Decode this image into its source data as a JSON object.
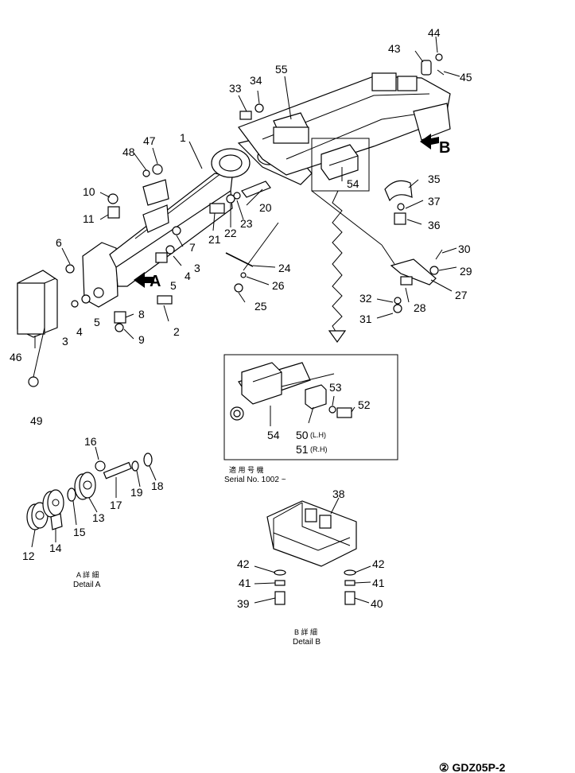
{
  "diagram": {
    "callouts": {
      "c1": "1",
      "c2": "2",
      "c3a": "3",
      "c3b": "3",
      "c4a": "4",
      "c4b": "4",
      "c5a": "5",
      "c5b": "5",
      "c6": "6",
      "c7": "7",
      "c8": "8",
      "c9": "9",
      "c10": "10",
      "c11": "11",
      "c12": "12",
      "c13": "13",
      "c14": "14",
      "c15": "15",
      "c16": "16",
      "c17": "17",
      "c18": "18",
      "c19": "19",
      "c20": "20",
      "c21": "21",
      "c22": "22",
      "c23": "23",
      "c24": "24",
      "c25": "25",
      "c26": "26",
      "c27": "27",
      "c28": "28",
      "c29": "29",
      "c30": "30",
      "c31": "31",
      "c32": "32",
      "c33": "33",
      "c34": "34",
      "c35": "35",
      "c36": "36",
      "c37": "37",
      "c38": "38",
      "c39": "39",
      "c40": "40",
      "c41a": "41",
      "c41b": "41",
      "c42a": "42",
      "c42b": "42",
      "c43": "43",
      "c44": "44",
      "c45": "45",
      "c46": "46",
      "c47": "47",
      "c48": "48",
      "c49": "49",
      "c50": "50",
      "c50_suffix": "(L.H)",
      "c51": "51",
      "c51_suffix": "(R.H)",
      "c52": "52",
      "c53": "53",
      "c54a": "54",
      "c54b": "54",
      "c55": "55"
    },
    "view_markers": {
      "a": "A",
      "b": "B"
    },
    "inset": {
      "serial_jp": "適 用 号 機",
      "serial_en": "Serial No. 1002 ~"
    },
    "detail_a": {
      "jp": "A 詳 細",
      "en": "Detail A"
    },
    "detail_b": {
      "jp": "B 詳 細",
      "en": "Detail B"
    },
    "drawing_code": "② GDZ05P-2"
  }
}
